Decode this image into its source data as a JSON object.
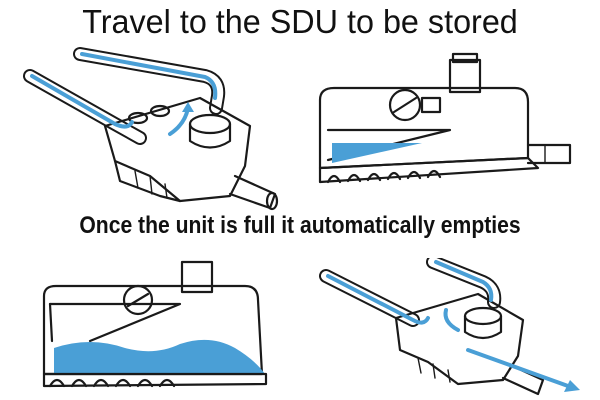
{
  "captions": {
    "top": "Travel to the SDU to be stored",
    "middle": "Once the unit is full it automatically empties"
  },
  "colors": {
    "water": "#4a9fd6",
    "ink": "#1a1a1a",
    "background": "#ffffff"
  },
  "panels": [
    {
      "id": "inflow-view",
      "water_direction": "in"
    },
    {
      "id": "storing-view",
      "water_fill": 0.35
    },
    {
      "id": "emptying-view",
      "water_fill": 0.45
    },
    {
      "id": "outflow-view",
      "water_direction": "out"
    }
  ]
}
